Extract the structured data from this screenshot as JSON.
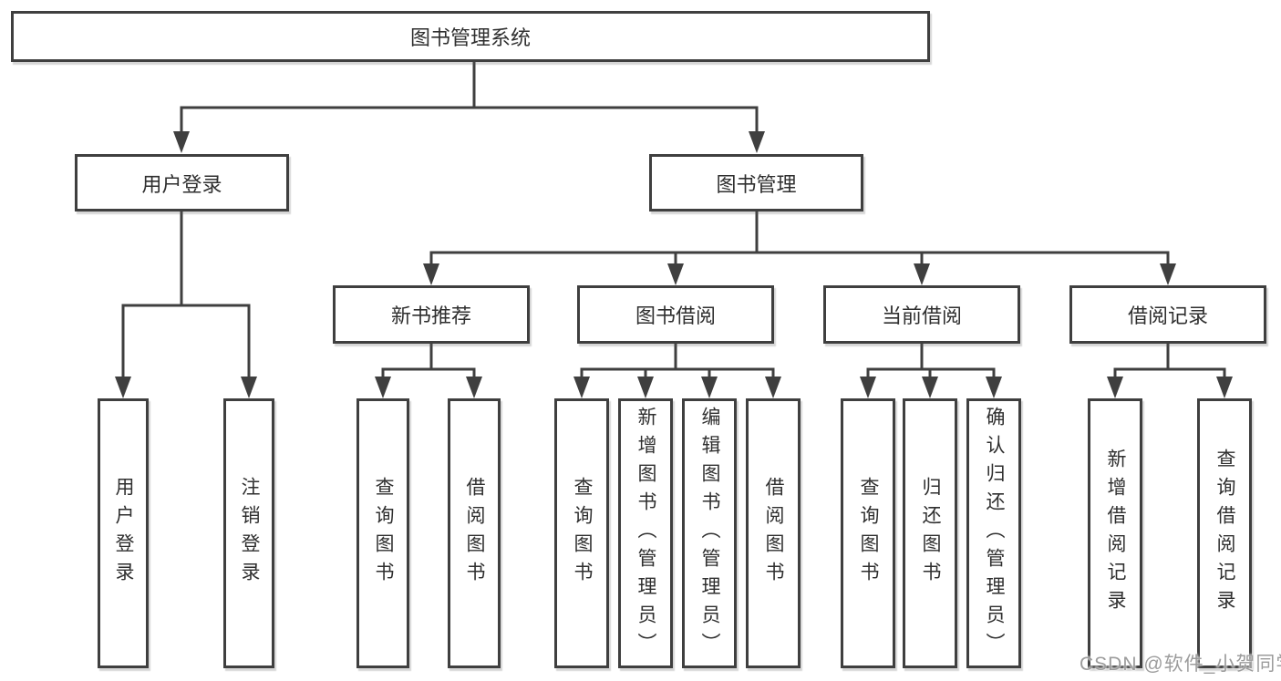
{
  "page": {
    "background": "#ffffff"
  },
  "colors": {
    "line": "#3f3f3f",
    "box_border": "#3f3f3f",
    "text": "#2f2f2f",
    "box_fill": "#ffffff",
    "watermark": "#9c9c9c"
  },
  "watermark": {
    "text": "CSDN @软件_小贺同学"
  },
  "tree": {
    "label": "图书管理系统",
    "children": [
      {
        "label": "用户登录",
        "children": [
          {
            "label": "用户登录"
          },
          {
            "label": "注销登录"
          }
        ]
      },
      {
        "label": "图书管理",
        "children": [
          {
            "label": "新书推荐",
            "children": [
              {
                "label": "查询图书"
              },
              {
                "label": "借阅图书"
              }
            ]
          },
          {
            "label": "图书借阅",
            "children": [
              {
                "label": "查询图书"
              },
              {
                "label": "新增图书（管理员）"
              },
              {
                "label": "编辑图书（管理员）"
              },
              {
                "label": "借阅图书"
              }
            ]
          },
          {
            "label": "当前借阅",
            "children": [
              {
                "label": "查询图书"
              },
              {
                "label": "归还图书"
              },
              {
                "label": "确认归还（管理员）"
              }
            ]
          },
          {
            "label": "借阅记录",
            "children": [
              {
                "label": "新增借阅记录"
              },
              {
                "label": "查询借阅记录"
              }
            ]
          }
        ]
      }
    ]
  }
}
